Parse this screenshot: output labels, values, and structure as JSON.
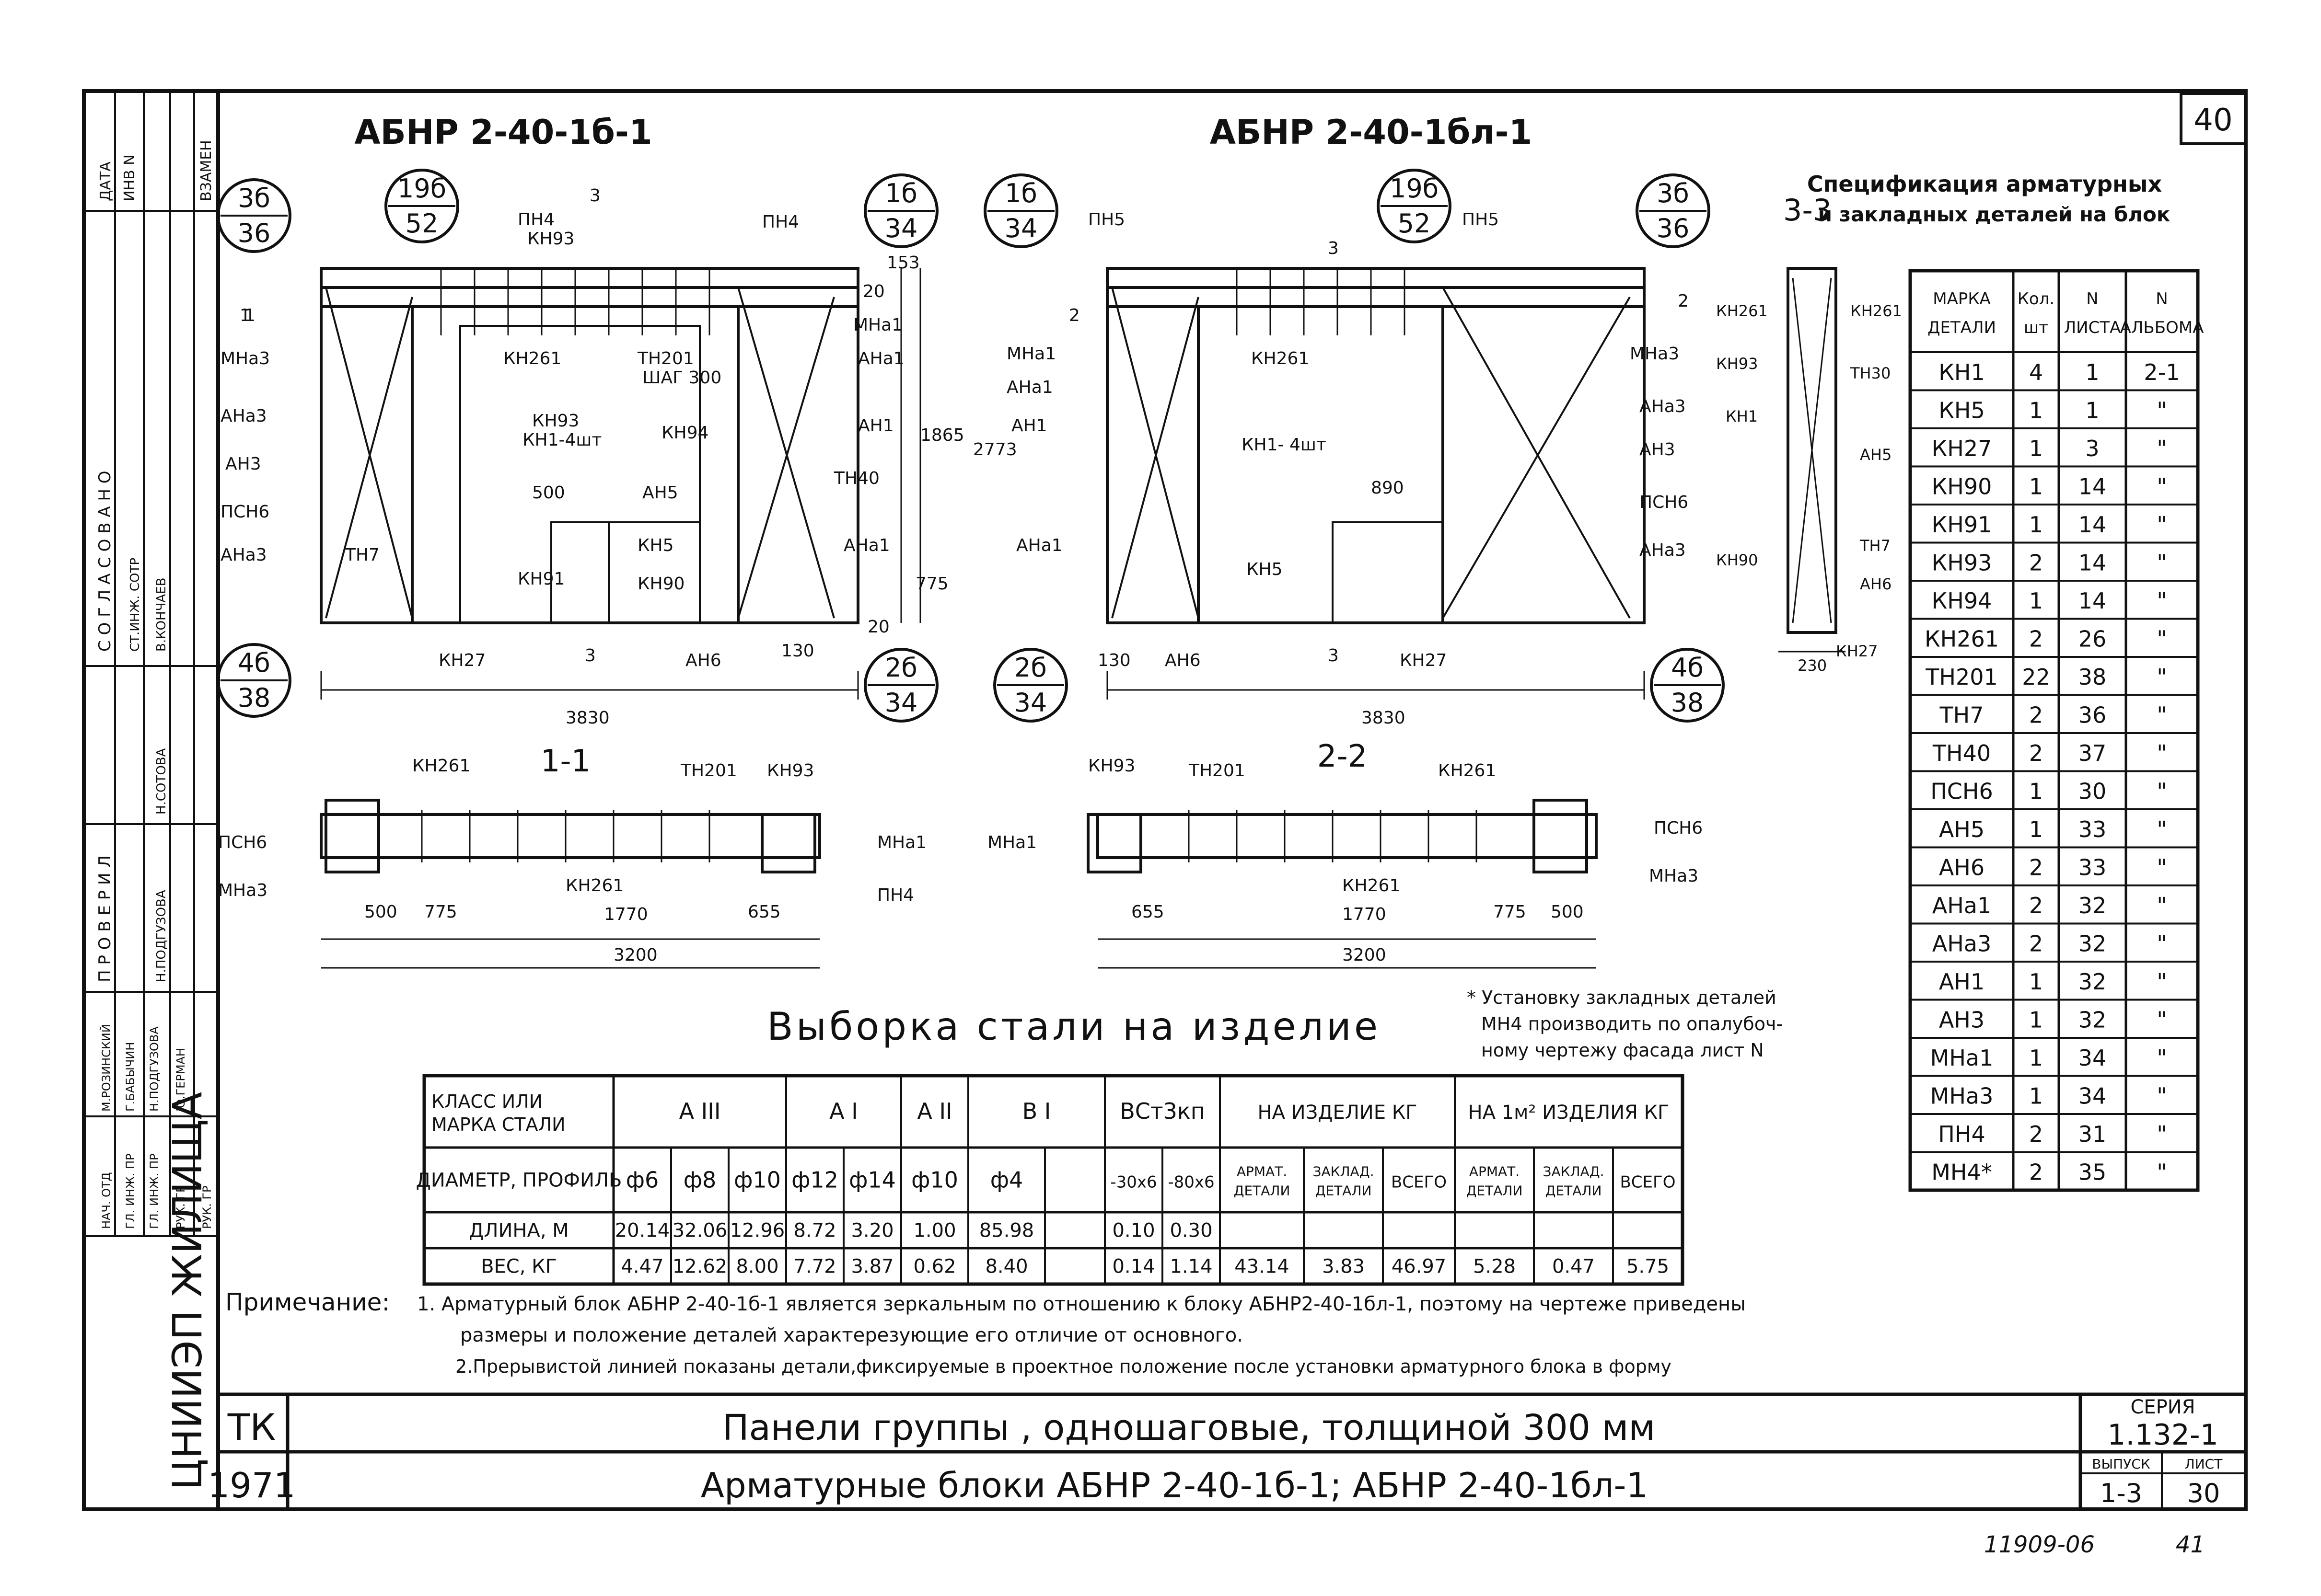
{
  "sheet": {
    "sheet_number": "40",
    "bottom_code": "11909-06",
    "bottom_page": "41"
  },
  "views": {
    "left_title": "АБНР 2-40-1б-1",
    "right_title": "АБНР 2-40-1бл-1",
    "left_section": "1-1",
    "right_section": "2-2",
    "side_section": "3-3",
    "left_callouts": [
      {
        "num": "3б",
        "den": "36"
      },
      {
        "num": "19б",
        "den": "52"
      },
      {
        "num": "1б",
        "den": "34"
      },
      {
        "num": "4б",
        "den": "38"
      },
      {
        "num": "2б",
        "den": "34"
      }
    ],
    "right_callouts": [
      {
        "num": "1б",
        "den": "34"
      },
      {
        "num": "19б",
        "den": "52"
      },
      {
        "num": "3б",
        "den": "36"
      },
      {
        "num": "2б",
        "den": "34"
      },
      {
        "num": "4б",
        "den": "38"
      }
    ],
    "left_labels": [
      "ПН4",
      "КН93",
      "ПН4",
      "КН261",
      "ТН201",
      "ШАГ 300",
      "КН93",
      "КН1-4шт",
      "КН94",
      "500",
      "АН5",
      "КН5",
      "КН91",
      "КН90",
      "КН27",
      "АН6",
      "ТН7",
      "МНа3",
      "АНа3",
      "АН3",
      "ПСН6",
      "АНа3",
      "МНа1",
      "АНа1",
      "АН1",
      "ТН40",
      "АНа1",
      "1865",
      "2773",
      "775",
      "153",
      "20",
      "20",
      "130",
      "3830",
      "1",
      "1",
      "3",
      "3"
    ],
    "right_labels": [
      "ПН5",
      "ПН5",
      "КН261",
      "КН1- 4шт",
      "890",
      "КН5",
      "130",
      "АН6",
      "КН27",
      "3830",
      "МНа1",
      "АНа1",
      "АН1",
      "АНа1",
      "МНа3",
      "АНа3",
      "АН3",
      "ПСН6",
      "АНа3",
      "2",
      "2",
      "3",
      "3"
    ],
    "section_left_labels": [
      "КН261",
      "ТН201",
      "КН93",
      "ПСН6",
      "МНа3",
      "КН261",
      "МНа1",
      "ПН4",
      "500",
      "775",
      "1770",
      "655",
      "3200"
    ],
    "section_right_labels": [
      "КН93",
      "ТН201",
      "КН261",
      "МНа1",
      "КН261",
      "ПСН6",
      "МНа3",
      "655",
      "1770",
      "775",
      "500",
      "3200"
    ],
    "side_labels": [
      "КН261",
      "КН261",
      "КН93",
      "ТН30",
      "КН1",
      "АН5",
      "ТН7",
      "АН6",
      "КН90",
      "КН27",
      "230"
    ]
  },
  "spec": {
    "title_line1": "Спецификация арматурных",
    "title_line2": "и закладных деталей на блок",
    "headers": [
      "МАРКА ДЕТАЛИ",
      "Кол. шт",
      "N ЛИСТА",
      "N АЛЬБОМА"
    ],
    "rows": [
      [
        "КН1",
        "4",
        "1",
        "2-1"
      ],
      [
        "КН5",
        "1",
        "1",
        "\""
      ],
      [
        "КН27",
        "1",
        "3",
        "\""
      ],
      [
        "КН90",
        "1",
        "14",
        "\""
      ],
      [
        "КН91",
        "1",
        "14",
        "\""
      ],
      [
        "КН93",
        "2",
        "14",
        "\""
      ],
      [
        "КН94",
        "1",
        "14",
        "\""
      ],
      [
        "КН261",
        "2",
        "26",
        "\""
      ],
      [
        "ТН201",
        "22",
        "38",
        "\""
      ],
      [
        "ТН7",
        "2",
        "36",
        "\""
      ],
      [
        "ТН40",
        "2",
        "37",
        "\""
      ],
      [
        "ПСН6",
        "1",
        "30",
        "\""
      ],
      [
        "АН5",
        "1",
        "33",
        "\""
      ],
      [
        "АН6",
        "2",
        "33",
        "\""
      ],
      [
        "АНа1",
        "2",
        "32",
        "\""
      ],
      [
        "АНа3",
        "2",
        "32",
        "\""
      ],
      [
        "АН1",
        "1",
        "32",
        "\""
      ],
      [
        "АН3",
        "1",
        "32",
        "\""
      ],
      [
        "МНа1",
        "1",
        "34",
        "\""
      ],
      [
        "МНа3",
        "1",
        "34",
        "\""
      ],
      [
        "ПН4",
        "2",
        "31",
        "\""
      ],
      [
        "МН4*",
        "2",
        "35",
        "\""
      ]
    ]
  },
  "steel": {
    "title": "Выборка стали на изделие",
    "footnote_line1": "* Установку закладных деталей",
    "footnote_line2": "МН4 производить по опалубоч-",
    "footnote_line3": "ному чертежу фасада лист N",
    "row_labels": [
      "КЛАСС ИЛИ МАРКА СТАЛИ",
      "ДИАМЕТР, ПРОФИЛЬ",
      "ДЛИНА, М",
      "ВЕС, КГ"
    ],
    "classes": [
      "А III",
      "А I",
      "А II",
      "В I",
      "ВСт3кп",
      "НА ИЗДЕЛИЕ КГ",
      "НА 1м² ИЗДЕЛИЯ КГ"
    ],
    "profiles": [
      "ф6",
      "ф8",
      "ф10",
      "ф12",
      "ф14",
      "ф10",
      "ф4",
      "",
      "-30х6",
      "-80х6",
      "АРМАТ. ДЕТАЛИ",
      "ЗАКЛАД. ДЕТАЛИ",
      "ВСЕГО",
      "АРМАТ. ДЕТАЛИ",
      "ЗАКЛАД. ДЕТАЛИ",
      "ВСЕГО"
    ],
    "lengths": [
      "20.14",
      "32.06",
      "12.96",
      "8.72",
      "3.20",
      "1.00",
      "85.98",
      "",
      "0.10",
      "0.30",
      "",
      "",
      "",
      "",
      "",
      ""
    ],
    "weights": [
      "4.47",
      "12.62",
      "8.00",
      "7.72",
      "3.87",
      "0.62",
      "8.40",
      "",
      "0.14",
      "1.14",
      "43.14",
      "3.83",
      "46.97",
      "5.28",
      "0.47",
      "5.75"
    ]
  },
  "notes": {
    "lead": "Примечание:",
    "line1": "1. Арматурный блок АБНР 2-40-1б-1 является зеркальным по отношению к блоку АБНР2-40-1бл-1, поэтому на чертеже приведены",
    "line1b": "размеры и положение деталей характерезующие его отличие от основного.",
    "line2": "2.Прерывистой линией показаны детали,фиксируемые в проектное положение после установки арматурного блока в форму"
  },
  "titleblock": {
    "code": "ТК",
    "year": "1971",
    "title1": "Панели группы          , одношаговые, толщиной 300 мм",
    "title2": "Арматурные блоки АБНР 2-40-1б-1; АБНР 2-40-1бл-1",
    "series_label": "СЕРИЯ",
    "series": "1.132-1",
    "issue_label": "ВЫПУСК",
    "sheet_label": "ЛИСТ",
    "issue": "1-3",
    "sheet": "30"
  },
  "sidebar": {
    "org": "ЦНИИЭП ЖИЛИЩА",
    "stamp_top": [
      "ДАТА",
      "ИНВ N",
      "ВЗАМЕН"
    ],
    "approval_title": "С О Г Л А С О В А Н О",
    "check_title": "П Р О В Е Р И Л",
    "roles": [
      "НАЧ. ОТД",
      "ГЛ. ИНЖ. ПР",
      "ГЛ. ИНЖ. ПР",
      "РУК. ГР",
      "РУК. ГР"
    ],
    "people": [
      "М.РОЗИНСКИЙ",
      "Г.БАБЫЧИН",
      "Н.ПОДГУЗОВА",
      "Ю.ГЕРМАН"
    ],
    "check_people": [
      "Н.СОТОВА",
      "Н.ПОДГУЗОВА"
    ],
    "approval_people": [
      "СТ.ИНЖ. СОТР",
      "В.КОНЧАЕВ"
    ]
  }
}
